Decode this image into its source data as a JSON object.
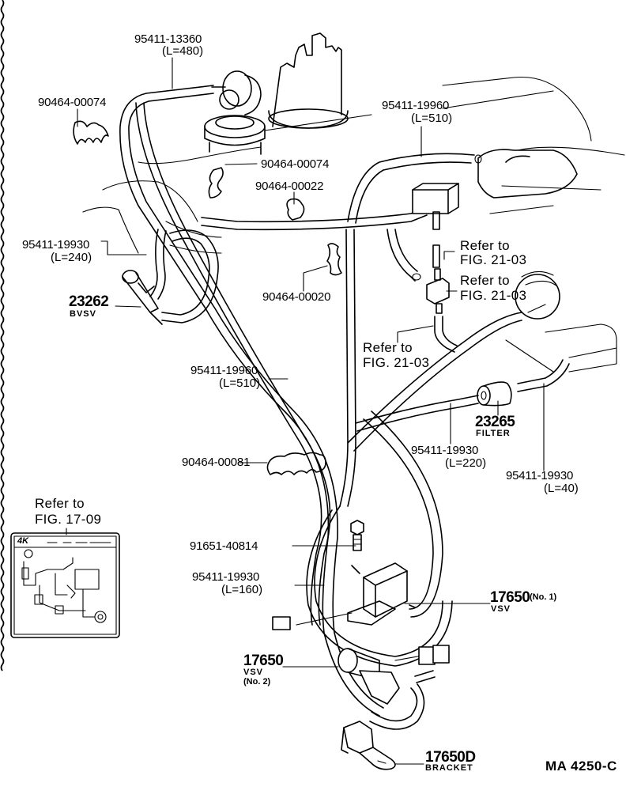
{
  "diagram": {
    "title": "Vacuum hose routing – BVSV / VSV / Filter",
    "figure_code": "MA  4250-C",
    "hoses": [
      {
        "part_no": "95411-13360",
        "length": "(L=480)"
      },
      {
        "part_no": "95411-19960",
        "length": "(L=510)"
      },
      {
        "part_no": "95411-19930",
        "length": "(L=240)"
      },
      {
        "part_no": "95411-19960",
        "length": "(L=510)"
      },
      {
        "part_no": "95411-19930",
        "length": "(L=220)"
      },
      {
        "part_no": "95411-19930",
        "length": "(L=40)"
      },
      {
        "part_no": "95411-19930",
        "length": "(L=160)"
      }
    ],
    "clamps": [
      {
        "part_no": "90464-00074"
      },
      {
        "part_no": "90464-00074"
      },
      {
        "part_no": "90464-00022"
      },
      {
        "part_no": "90464-00020"
      },
      {
        "part_no": "90464-00081"
      }
    ],
    "components": {
      "bvsv": {
        "part_no": "23262",
        "name": "BVSV"
      },
      "filter": {
        "part_no": "23265",
        "name": "FILTER"
      },
      "vsv1": {
        "part_no": "17650",
        "qualifier": "(No. 1)",
        "name": "VSV"
      },
      "vsv2": {
        "part_no": "17650",
        "name": "VSV",
        "qualifier": "(No. 2)"
      },
      "bracket": {
        "part_no": "17650D",
        "name": "BRACKET"
      },
      "bolt": {
        "part_no": "91651-40814"
      }
    },
    "references": [
      {
        "line1": "Refer to",
        "line2": "FIG. 21-03"
      },
      {
        "line1": "Refer to",
        "line2": "FIG. 21-03"
      },
      {
        "line1": "Refer to",
        "line2": "FIG. 21-03"
      }
    ],
    "inset": {
      "line1": "Refer to",
      "line2": "FIG. 17-09",
      "badge": "4K"
    }
  }
}
